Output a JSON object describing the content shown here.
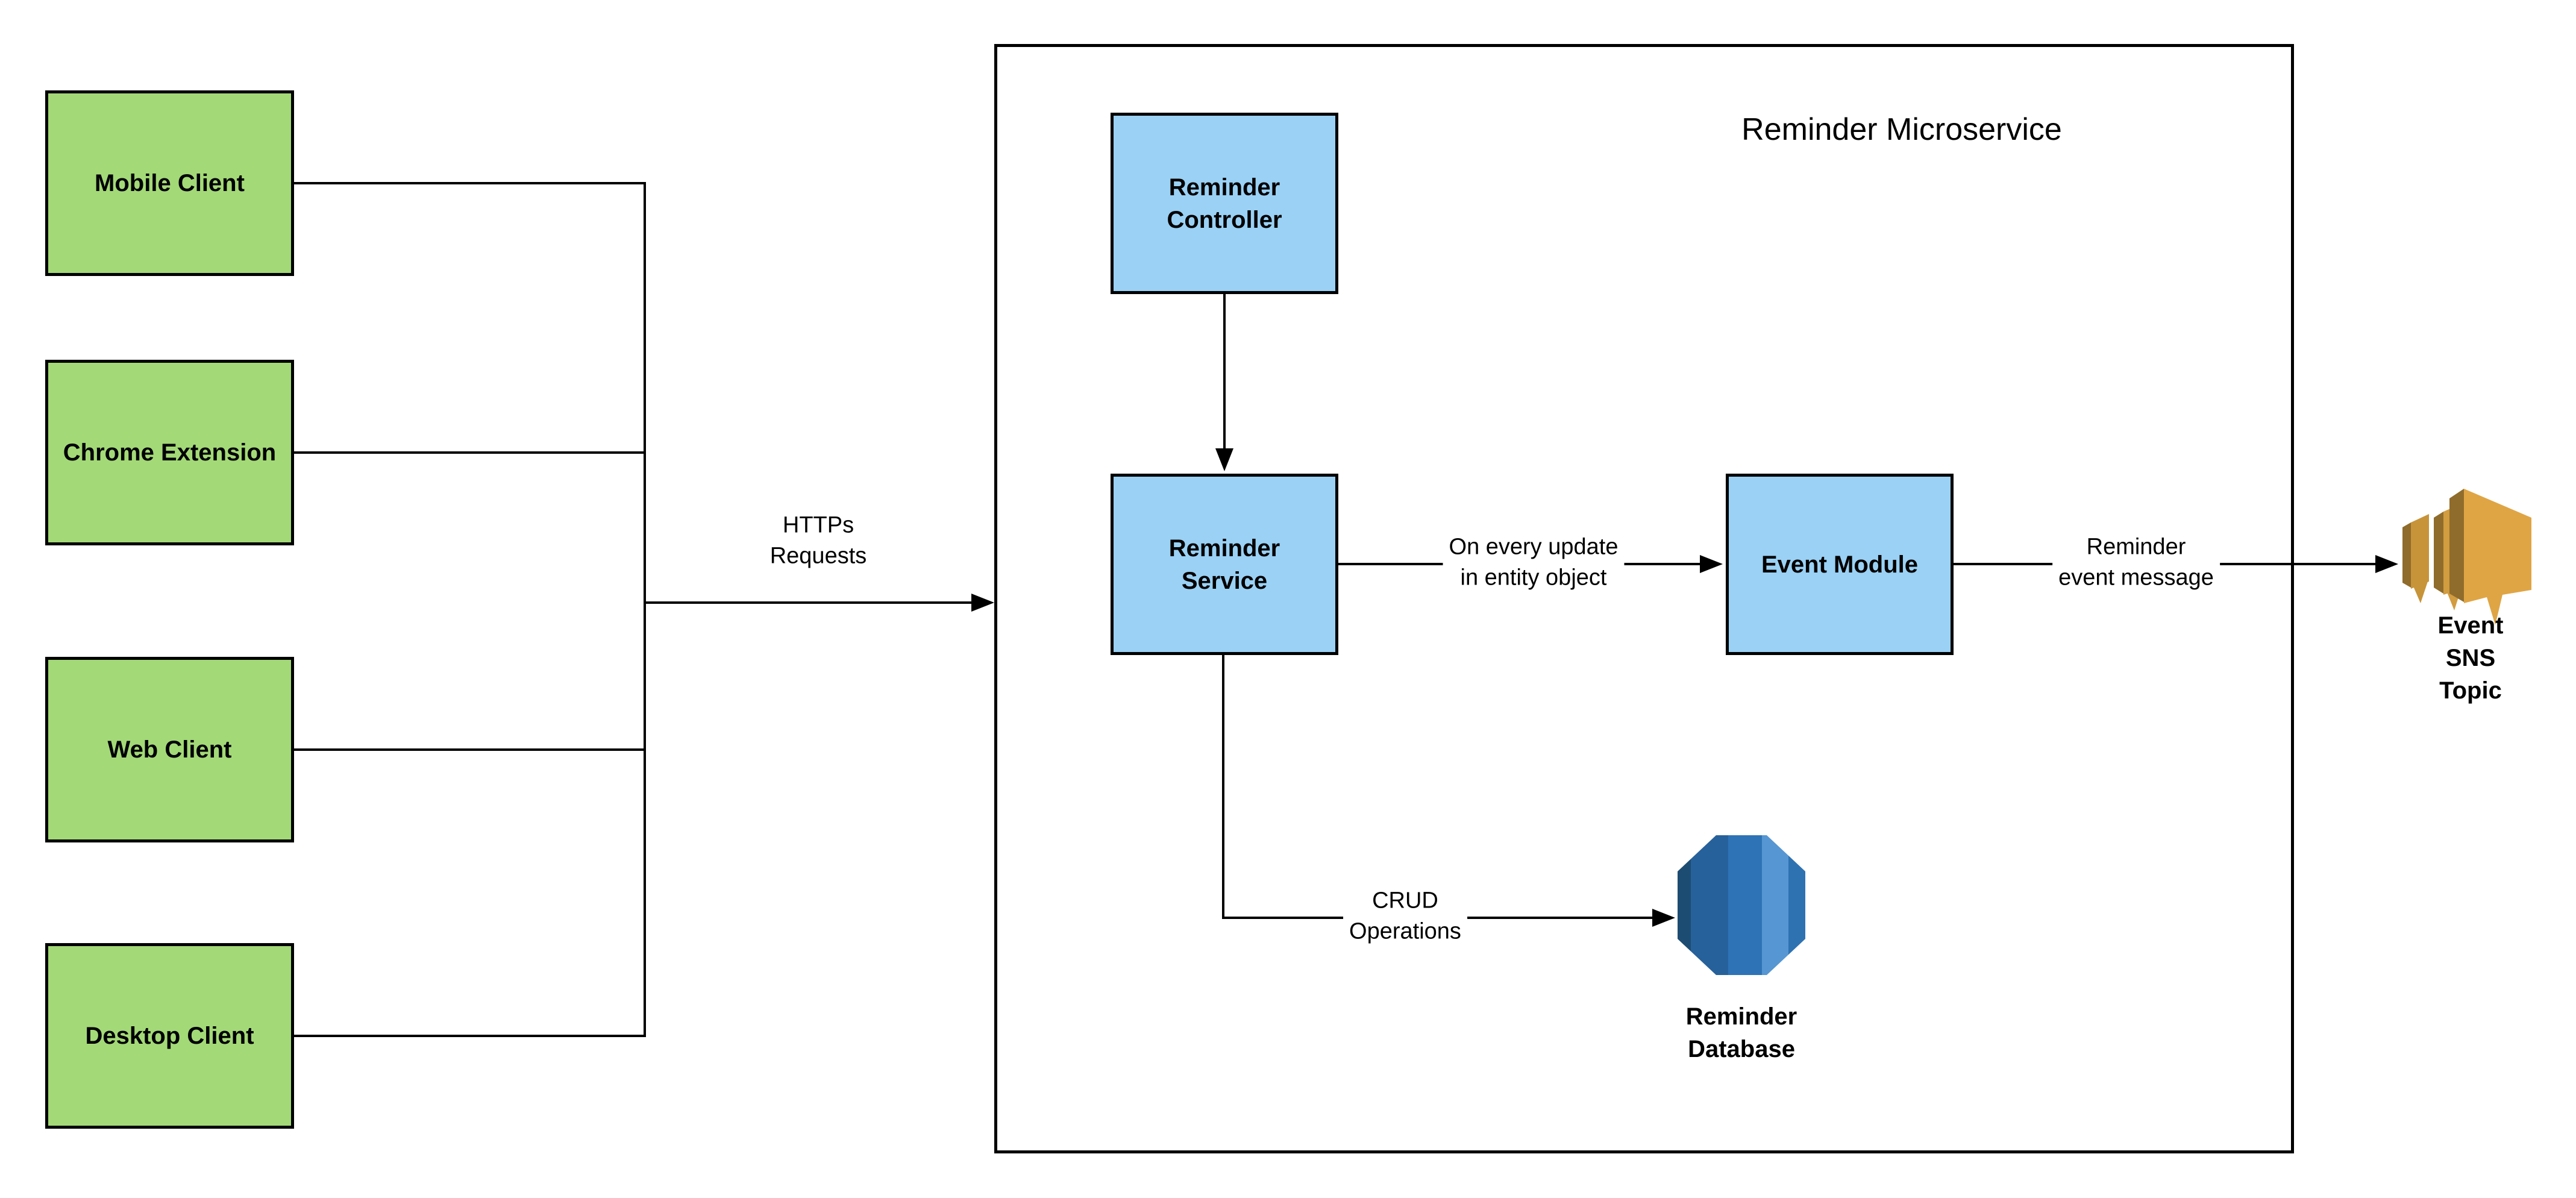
{
  "diagram": {
    "title": "Reminder Microservice",
    "clients": [
      {
        "label": "Mobile Client"
      },
      {
        "label": "Chrome Extension"
      },
      {
        "label": "Web Client"
      },
      {
        "label": "Desktop Client"
      }
    ],
    "modules": {
      "controller": {
        "label": "Reminder\nController"
      },
      "service": {
        "label": "Reminder\nService"
      },
      "event": {
        "label": "Event Module"
      }
    },
    "edges": {
      "https": {
        "label": "HTTPs\nRequests"
      },
      "entity_update": {
        "label": "On every update\nin entity object"
      },
      "reminder_event": {
        "label": "Reminder\nevent message"
      },
      "crud": {
        "label": "CRUD\nOperations"
      }
    },
    "external": {
      "sns": {
        "label": "Event SNS\nTopic",
        "icon": "aws-sns-topic-icon"
      },
      "database": {
        "label": "Reminder\nDatabase",
        "icon": "aws-database-icon"
      }
    },
    "colors": {
      "client_fill": "#A3D977",
      "module_fill": "#9AD1F5",
      "stroke": "#000000",
      "sns_gold_light": "#DFA545",
      "sns_gold_mid": "#D29C40",
      "sns_gold_dark": "#8F6C2B",
      "db_blue_darkest": "#1D4C72",
      "db_blue_dark": "#27619B",
      "db_blue": "#2E73B6",
      "db_blue_light": "#5696D2"
    }
  }
}
